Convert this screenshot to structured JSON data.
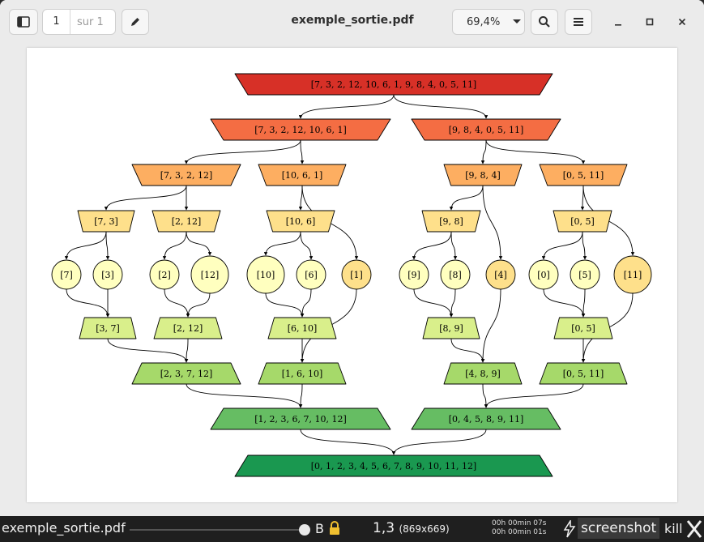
{
  "app": {
    "title": "exemple_sortie.pdf",
    "page_current": "1",
    "page_total": "sur 1",
    "zoom": "69,4%",
    "icons": [
      "sidebar-icon",
      "pencil-icon",
      "search-icon",
      "hamburger-menu-icon",
      "minimize-icon",
      "maximize-icon",
      "close-icon"
    ]
  },
  "taskbar": {
    "window_title": "exemple_sortie.pdf",
    "b_label": "B",
    "position": "1,3",
    "dims": "(869x669)",
    "timer1": "00h 00min 07s",
    "timer2": "00h 00min 01s",
    "screenshot_label": "screenshot",
    "kill_label": "kill"
  },
  "diagram": {
    "nodes": [
      {
        "id": "root",
        "label": "[7, 3, 2, 12, 10, 6, 1, 9, 8, 4, 0, 5, 11]",
        "shape": "invtrap",
        "color": "#d73027"
      },
      {
        "id": "L",
        "label": "[7, 3, 2, 12, 10, 6, 1]",
        "shape": "invtrap",
        "color": "#f46d43"
      },
      {
        "id": "R",
        "label": "[9, 8, 4, 0, 5, 11]",
        "shape": "invtrap",
        "color": "#f46d43"
      },
      {
        "id": "LL",
        "label": "[7, 3, 2, 12]",
        "shape": "invtrap",
        "color": "#fdae61"
      },
      {
        "id": "LR",
        "label": "[10, 6, 1]",
        "shape": "invtrap",
        "color": "#fdae61"
      },
      {
        "id": "RL",
        "label": "[9, 8, 4]",
        "shape": "invtrap",
        "color": "#fdae61"
      },
      {
        "id": "RR",
        "label": "[0, 5, 11]",
        "shape": "invtrap",
        "color": "#fdae61"
      },
      {
        "id": "a73",
        "label": "[7, 3]",
        "shape": "invtrap",
        "color": "#fee08b"
      },
      {
        "id": "a212",
        "label": "[2, 12]",
        "shape": "invtrap",
        "color": "#fee08b"
      },
      {
        "id": "a106",
        "label": "[10, 6]",
        "shape": "invtrap",
        "color": "#fee08b"
      },
      {
        "id": "a98",
        "label": "[9, 8]",
        "shape": "invtrap",
        "color": "#fee08b"
      },
      {
        "id": "a05",
        "label": "[0, 5]",
        "shape": "invtrap",
        "color": "#fee08b"
      },
      {
        "id": "c7",
        "label": "[7]",
        "shape": "circle",
        "color": "#ffffbf"
      },
      {
        "id": "c3",
        "label": "[3]",
        "shape": "circle",
        "color": "#ffffbf"
      },
      {
        "id": "c2",
        "label": "[2]",
        "shape": "circle",
        "color": "#ffffbf"
      },
      {
        "id": "c12",
        "label": "[12]",
        "shape": "circle",
        "color": "#ffffbf"
      },
      {
        "id": "c10",
        "label": "[10]",
        "shape": "circle",
        "color": "#ffffbf"
      },
      {
        "id": "c6",
        "label": "[6]",
        "shape": "circle",
        "color": "#ffffbf"
      },
      {
        "id": "c1",
        "label": "[1]",
        "shape": "circle",
        "color": "#fee08b"
      },
      {
        "id": "c9",
        "label": "[9]",
        "shape": "circle",
        "color": "#ffffbf"
      },
      {
        "id": "c8",
        "label": "[8]",
        "shape": "circle",
        "color": "#ffffbf"
      },
      {
        "id": "c4",
        "label": "[4]",
        "shape": "circle",
        "color": "#fee08b"
      },
      {
        "id": "c0",
        "label": "[0]",
        "shape": "circle",
        "color": "#ffffbf"
      },
      {
        "id": "c5",
        "label": "[5]",
        "shape": "circle",
        "color": "#ffffbf"
      },
      {
        "id": "c11",
        "label": "[11]",
        "shape": "circle",
        "color": "#fee08b"
      },
      {
        "id": "m37",
        "label": "[3, 7]",
        "shape": "trap",
        "color": "#d9ef8b"
      },
      {
        "id": "m212",
        "label": "[2, 12]",
        "shape": "trap",
        "color": "#d9ef8b"
      },
      {
        "id": "m610",
        "label": "[6, 10]",
        "shape": "trap",
        "color": "#d9ef8b"
      },
      {
        "id": "m89",
        "label": "[8, 9]",
        "shape": "trap",
        "color": "#d9ef8b"
      },
      {
        "id": "m05",
        "label": "[0, 5]",
        "shape": "trap",
        "color": "#d9ef8b"
      },
      {
        "id": "m23712",
        "label": "[2, 3, 7, 12]",
        "shape": "trap",
        "color": "#a6d96a"
      },
      {
        "id": "m1610",
        "label": "[1, 6, 10]",
        "shape": "trap",
        "color": "#a6d96a"
      },
      {
        "id": "m489",
        "label": "[4, 8, 9]",
        "shape": "trap",
        "color": "#a6d96a"
      },
      {
        "id": "m0511",
        "label": "[0, 5, 11]",
        "shape": "trap",
        "color": "#a6d96a"
      },
      {
        "id": "mL",
        "label": "[1, 2, 3, 6, 7, 10, 12]",
        "shape": "trap",
        "color": "#66bd63"
      },
      {
        "id": "mR",
        "label": "[0, 4, 5, 8, 9, 11]",
        "shape": "trap",
        "color": "#66bd63"
      },
      {
        "id": "final",
        "label": "[0, 1, 2, 3, 4, 5, 6, 7, 8, 9, 10, 11, 12]",
        "shape": "trap",
        "color": "#1a9850"
      }
    ],
    "edges": [
      [
        "root",
        "L"
      ],
      [
        "root",
        "R"
      ],
      [
        "L",
        "LL"
      ],
      [
        "L",
        "LR"
      ],
      [
        "R",
        "RL"
      ],
      [
        "R",
        "RR"
      ],
      [
        "LL",
        "a73"
      ],
      [
        "LL",
        "a212"
      ],
      [
        "LR",
        "a106"
      ],
      [
        "LR",
        "c1"
      ],
      [
        "RL",
        "a98"
      ],
      [
        "RL",
        "c4"
      ],
      [
        "RR",
        "a05"
      ],
      [
        "RR",
        "c11"
      ],
      [
        "a73",
        "c7"
      ],
      [
        "a73",
        "c3"
      ],
      [
        "a212",
        "c2"
      ],
      [
        "a212",
        "c12"
      ],
      [
        "a106",
        "c10"
      ],
      [
        "a106",
        "c6"
      ],
      [
        "a98",
        "c9"
      ],
      [
        "a98",
        "c8"
      ],
      [
        "a05",
        "c0"
      ],
      [
        "a05",
        "c5"
      ],
      [
        "c7",
        "m37"
      ],
      [
        "c3",
        "m37"
      ],
      [
        "c2",
        "m212"
      ],
      [
        "c12",
        "m212"
      ],
      [
        "c10",
        "m610"
      ],
      [
        "c6",
        "m610"
      ],
      [
        "c9",
        "m89"
      ],
      [
        "c8",
        "m89"
      ],
      [
        "c0",
        "m05"
      ],
      [
        "c5",
        "m05"
      ],
      [
        "m37",
        "m23712"
      ],
      [
        "m212",
        "m23712"
      ],
      [
        "m610",
        "m1610"
      ],
      [
        "c1",
        "m1610"
      ],
      [
        "m89",
        "m489"
      ],
      [
        "c4",
        "m489"
      ],
      [
        "m05",
        "m0511"
      ],
      [
        "c11",
        "m0511"
      ],
      [
        "m23712",
        "mL"
      ],
      [
        "m1610",
        "mL"
      ],
      [
        "m489",
        "mR"
      ],
      [
        "m0511",
        "mR"
      ],
      [
        "mL",
        "final"
      ],
      [
        "mR",
        "final"
      ]
    ]
  }
}
